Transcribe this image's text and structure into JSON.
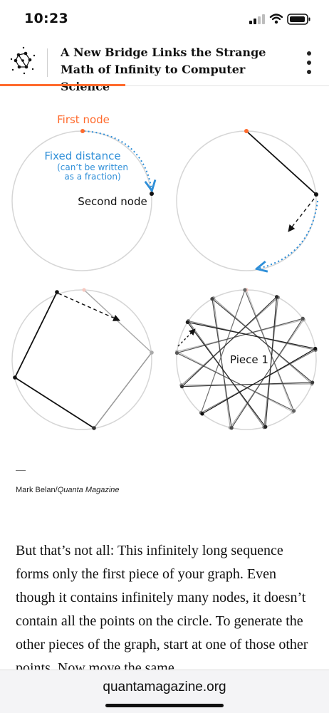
{
  "status_bar": {
    "time": "10:23"
  },
  "header": {
    "title_line1": "A New Bridge Links the Strange",
    "title_line2": "Math of Infinity to Computer Science",
    "reading_progress": 0.38
  },
  "figure": {
    "panel1": {
      "first_node": "First node",
      "fixed_distance": "Fixed distance",
      "note_line1": "(can’t be written",
      "note_line2": "as a fraction)",
      "second_node": "Second node"
    },
    "panel4": {
      "piece_label": "Piece 1"
    }
  },
  "caption": {
    "credit": "Mark Belan/",
    "publication": "Quanta Magazine"
  },
  "article": {
    "paragraph": "But that’s not all: This infinitely long sequence forms only the first piece of your graph. Even though it contains infinitely many nodes, it doesn’t contain all the points on the circle. To generate the other pieces of the graph, start at one of those other points. Now move the same"
  },
  "browser": {
    "url": "quantamagazine.org"
  },
  "colors": {
    "accent": "#ff6a2c",
    "annotation_blue": "#2f8fd8",
    "circle_gray": "#d6d6d6"
  }
}
